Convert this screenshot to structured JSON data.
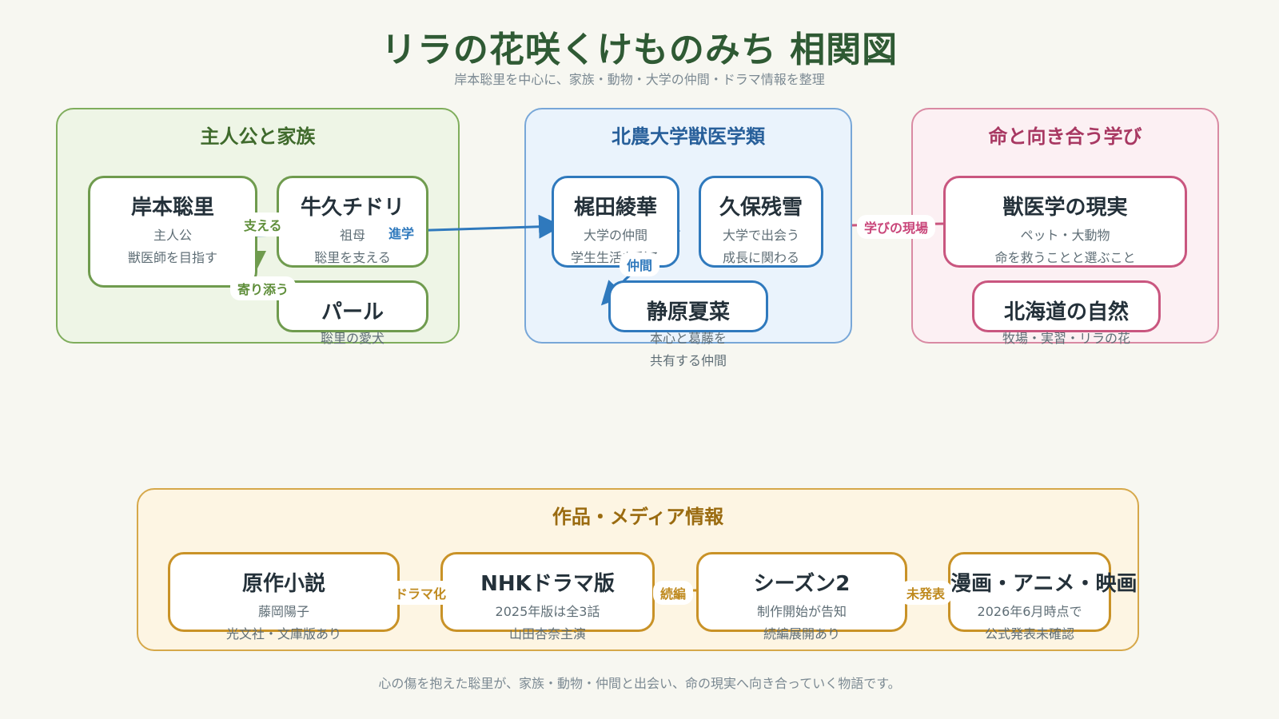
{
  "header": {
    "title": "リラの花咲くけものみち 相関図",
    "subtitle": "岸本聡里を中心に、家族・動物・大学の仲間・ドラマ情報を整理"
  },
  "groups": {
    "family": {
      "title": "主人公と家族"
    },
    "university": {
      "title": "北農大学獣医学類"
    },
    "life": {
      "title": "命と向き合う学び"
    },
    "media": {
      "title": "作品・メディア情報"
    }
  },
  "nodes": {
    "satori": {
      "name": "岸本聡里",
      "desc1": "主人公",
      "desc2": "獣医師を目指す"
    },
    "chidori": {
      "name": "牛久チドリ",
      "desc1": "祖母",
      "desc2": "聡里を支える"
    },
    "pearl": {
      "name": "パール",
      "desc1": "聡里の愛犬"
    },
    "ayaka": {
      "name": "梶田綾華",
      "desc1": "大学の仲間",
      "desc2": "学生生活を彩る"
    },
    "yuki": {
      "name": "久保残雪",
      "desc1": "大学で出会う",
      "desc2": "成長に関わる"
    },
    "kana": {
      "name": "静原夏菜",
      "desc1": "本心と葛藤を",
      "desc2": "共有する仲間"
    },
    "reality": {
      "name": "獣医学の現実",
      "desc1": "ペット・大動物",
      "desc2": "命を救うことと選ぶこと"
    },
    "hokkaido": {
      "name": "北海道の自然",
      "desc1": "牧場・実習・リラの花"
    },
    "novel": {
      "name": "原作小説",
      "desc1": "藤岡陽子",
      "desc2": "光文社・文庫版あり"
    },
    "drama": {
      "name": "NHKドラマ版",
      "desc1": "2025年版は全3話",
      "desc2": "山田杏奈主演"
    },
    "season2": {
      "name": "シーズン2",
      "desc1": "制作開始が告知",
      "desc2": "続編展開あり"
    },
    "manga": {
      "name": "漫画・アニメ・映画",
      "desc1": "2026年6月時点で",
      "desc2": "公式発表未確認"
    }
  },
  "edges": {
    "support": "支える",
    "accompany": "寄り添う",
    "advance": "進学",
    "friends": "仲間",
    "learning": "学びの現場",
    "dramatize": "ドラマ化",
    "sequel": "続編",
    "unannounced": "未発表"
  },
  "colors": {
    "green": "#6f9b4e",
    "blue": "#2f79bd",
    "pink": "#c9567f",
    "gold": "#c99227"
  },
  "footer": {
    "text": "心の傷を抱えた聡里が、家族・動物・仲間と出会い、命の現実へ向き合っていく物語です。"
  }
}
